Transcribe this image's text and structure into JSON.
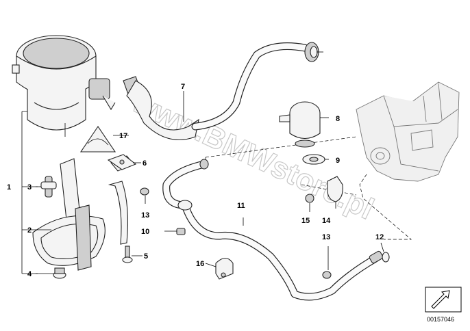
{
  "diagram": {
    "watermark": "www.BMWstore.pl",
    "identifier": "00157046",
    "callouts": [
      {
        "id": "c1",
        "text": "1"
      },
      {
        "id": "c2",
        "text": "2"
      },
      {
        "id": "c3",
        "text": "3"
      },
      {
        "id": "c4",
        "text": "4"
      },
      {
        "id": "c5",
        "text": "5"
      },
      {
        "id": "c6",
        "text": "6"
      },
      {
        "id": "c7",
        "text": "7"
      },
      {
        "id": "c8",
        "text": "8"
      },
      {
        "id": "c9",
        "text": "9"
      },
      {
        "id": "c10",
        "text": "10"
      },
      {
        "id": "c11",
        "text": "11"
      },
      {
        "id": "c12",
        "text": "12"
      },
      {
        "id": "c13a",
        "text": "13"
      },
      {
        "id": "c13b",
        "text": "13"
      },
      {
        "id": "c14",
        "text": "14"
      },
      {
        "id": "c15",
        "text": "15"
      },
      {
        "id": "c16",
        "text": "16"
      },
      {
        "id": "c17",
        "text": "17"
      }
    ]
  }
}
